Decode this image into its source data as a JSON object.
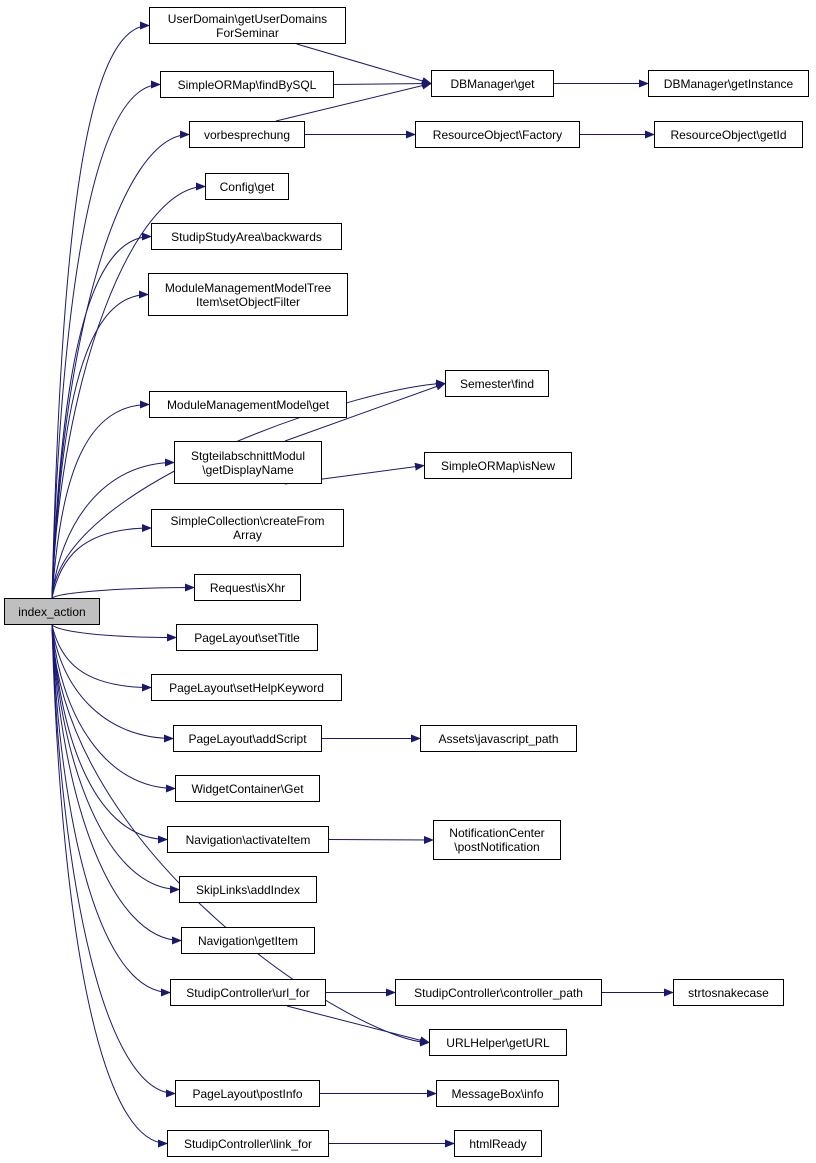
{
  "diagram": {
    "type": "call-graph",
    "root": "index_action",
    "nodes": [
      {
        "id": "index_action",
        "label": "index_action",
        "root": true
      },
      {
        "id": "UserDomain",
        "label": "UserDomain\\getUserDomains\nForSeminar"
      },
      {
        "id": "findBySQL",
        "label": "SimpleORMap\\findBySQL"
      },
      {
        "id": "vorbesprechung",
        "label": "vorbesprechung"
      },
      {
        "id": "ConfigGet",
        "label": "Config\\get"
      },
      {
        "id": "backwards",
        "label": "StudipStudyArea\\backwards"
      },
      {
        "id": "setObjectFilter",
        "label": "ModuleManagementModelTree\nItem\\setObjectFilter"
      },
      {
        "id": "ModuleMgmtGet",
        "label": "ModuleManagementModel\\get"
      },
      {
        "id": "getDisplayName",
        "label": "StgteilabschnittModul\n\\getDisplayName"
      },
      {
        "id": "createFromArray",
        "label": "SimpleCollection\\createFrom\nArray"
      },
      {
        "id": "isXhr",
        "label": "Request\\isXhr"
      },
      {
        "id": "setTitle",
        "label": "PageLayout\\setTitle"
      },
      {
        "id": "setHelpKeyword",
        "label": "PageLayout\\setHelpKeyword"
      },
      {
        "id": "addScript",
        "label": "PageLayout\\addScript"
      },
      {
        "id": "WidgetGet",
        "label": "WidgetContainer\\Get"
      },
      {
        "id": "activateItem",
        "label": "Navigation\\activateItem"
      },
      {
        "id": "addIndex",
        "label": "SkipLinks\\addIndex"
      },
      {
        "id": "getItem",
        "label": "Navigation\\getItem"
      },
      {
        "id": "url_for",
        "label": "StudipController\\url_for"
      },
      {
        "id": "postInfo",
        "label": "PageLayout\\postInfo"
      },
      {
        "id": "link_for",
        "label": "StudipController\\link_for"
      },
      {
        "id": "DBGet",
        "label": "DBManager\\get"
      },
      {
        "id": "ROFactory",
        "label": "ResourceObject\\Factory"
      },
      {
        "id": "SemesterFind",
        "label": "Semester\\find"
      },
      {
        "id": "isNew",
        "label": "SimpleORMap\\isNew"
      },
      {
        "id": "javascript_path",
        "label": "Assets\\javascript_path"
      },
      {
        "id": "postNotification",
        "label": "NotificationCenter\n\\postNotification"
      },
      {
        "id": "controller_path",
        "label": "StudipController\\controller_path"
      },
      {
        "id": "getURL",
        "label": "URLHelper\\getURL"
      },
      {
        "id": "MessageInfo",
        "label": "MessageBox\\info"
      },
      {
        "id": "htmlReady",
        "label": "htmlReady"
      },
      {
        "id": "getInstance",
        "label": "DBManager\\getInstance"
      },
      {
        "id": "getId",
        "label": "ResourceObject\\getId"
      },
      {
        "id": "strtosnakecase",
        "label": "strtosnakecase"
      }
    ],
    "edges": [
      [
        "index_action",
        "UserDomain"
      ],
      [
        "index_action",
        "findBySQL"
      ],
      [
        "index_action",
        "vorbesprechung"
      ],
      [
        "index_action",
        "ConfigGet"
      ],
      [
        "index_action",
        "backwards"
      ],
      [
        "index_action",
        "setObjectFilter"
      ],
      [
        "index_action",
        "SemesterFind"
      ],
      [
        "index_action",
        "ModuleMgmtGet"
      ],
      [
        "index_action",
        "getDisplayName"
      ],
      [
        "index_action",
        "createFromArray"
      ],
      [
        "index_action",
        "isXhr"
      ],
      [
        "index_action",
        "setTitle"
      ],
      [
        "index_action",
        "setHelpKeyword"
      ],
      [
        "index_action",
        "addScript"
      ],
      [
        "index_action",
        "WidgetGet"
      ],
      [
        "index_action",
        "activateItem"
      ],
      [
        "index_action",
        "addIndex"
      ],
      [
        "index_action",
        "getItem"
      ],
      [
        "index_action",
        "url_for"
      ],
      [
        "index_action",
        "getURL"
      ],
      [
        "index_action",
        "postInfo"
      ],
      [
        "index_action",
        "link_for"
      ],
      [
        "UserDomain",
        "DBGet"
      ],
      [
        "findBySQL",
        "DBGet"
      ],
      [
        "vorbesprechung",
        "DBGet"
      ],
      [
        "vorbesprechung",
        "ROFactory"
      ],
      [
        "DBGet",
        "getInstance"
      ],
      [
        "ROFactory",
        "getId"
      ],
      [
        "getDisplayName",
        "SemesterFind"
      ],
      [
        "getDisplayName",
        "isNew"
      ],
      [
        "addScript",
        "javascript_path"
      ],
      [
        "activateItem",
        "postNotification"
      ],
      [
        "url_for",
        "controller_path"
      ],
      [
        "url_for",
        "getURL"
      ],
      [
        "controller_path",
        "strtosnakecase"
      ],
      [
        "postInfo",
        "MessageInfo"
      ],
      [
        "link_for",
        "htmlReady"
      ]
    ],
    "colors": {
      "edge": "#191970",
      "node_border": "#000000",
      "node_fill": "#ffffff",
      "root_fill": "#bfbfbf"
    }
  }
}
